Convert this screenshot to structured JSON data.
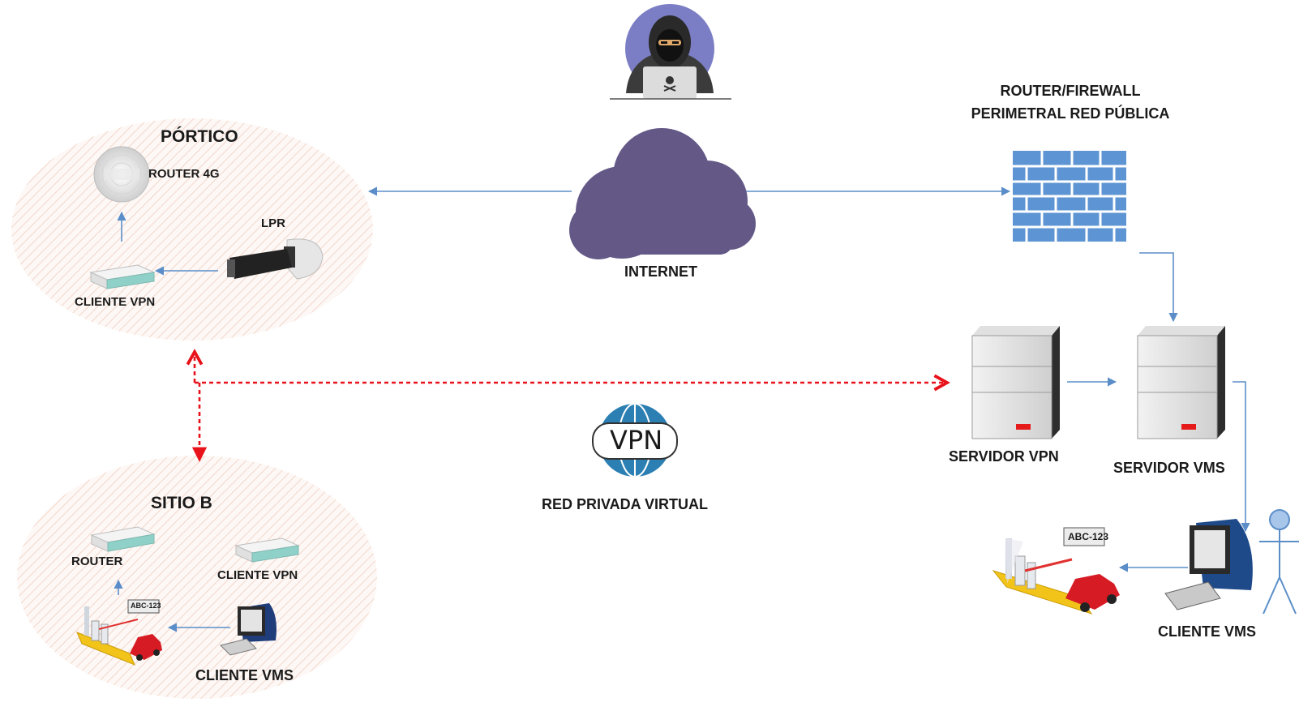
{
  "zones": {
    "portico": {
      "title": "PÓRTICO",
      "router_4g": "ROUTER 4G",
      "lpr": "LPR",
      "cliente_vpn": "CLIENTE VPN"
    },
    "sitio_b": {
      "title": "SITIO B",
      "router": "ROUTER",
      "cliente_vpn": "CLIENTE VPN",
      "cliente_vms": "CLIENTE VMS",
      "plate": "ABC-123"
    }
  },
  "internet": {
    "label": "INTERNET"
  },
  "firewall": {
    "label_line1": "ROUTER/FIREWALL",
    "label_line2": "PERIMETRAL RED PÚBLICA"
  },
  "servers": {
    "vpn": "SERVIDOR VPN",
    "vms": "SERVIDOR VMS"
  },
  "central": {
    "vpn_badge": "VPN",
    "vpn_label": "RED PRIVADA VIRTUAL",
    "cliente_vms": "CLIENTE VMS",
    "plate": "ABC-123"
  },
  "colors": {
    "arrow": "#5b8ec9",
    "vpn_tunnel": "#e8121b",
    "cloud": "#645887",
    "firewall": "#5d94d3",
    "globe": "#2b7fb3"
  },
  "icons": [
    "hacker-icon",
    "cloud-icon",
    "firewall-icon",
    "server-icon",
    "router-icon",
    "camera-icon",
    "antenna-icon",
    "vpn-globe-icon",
    "computer-icon",
    "barrier-icon",
    "car-icon",
    "person-icon"
  ]
}
